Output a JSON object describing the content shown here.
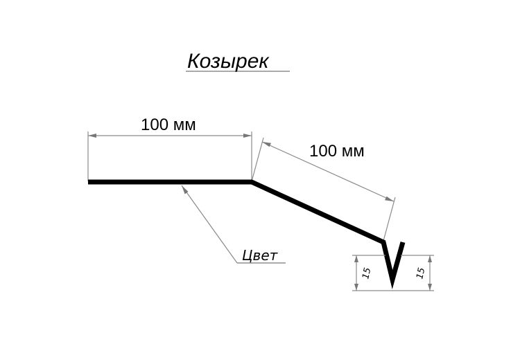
{
  "title": "Козырек",
  "dimensions": {
    "horizontal": "100 мм",
    "slanted": "100 мм",
    "hem_left": "15",
    "hem_right": "15"
  },
  "callout": {
    "label": "Цвет"
  }
}
